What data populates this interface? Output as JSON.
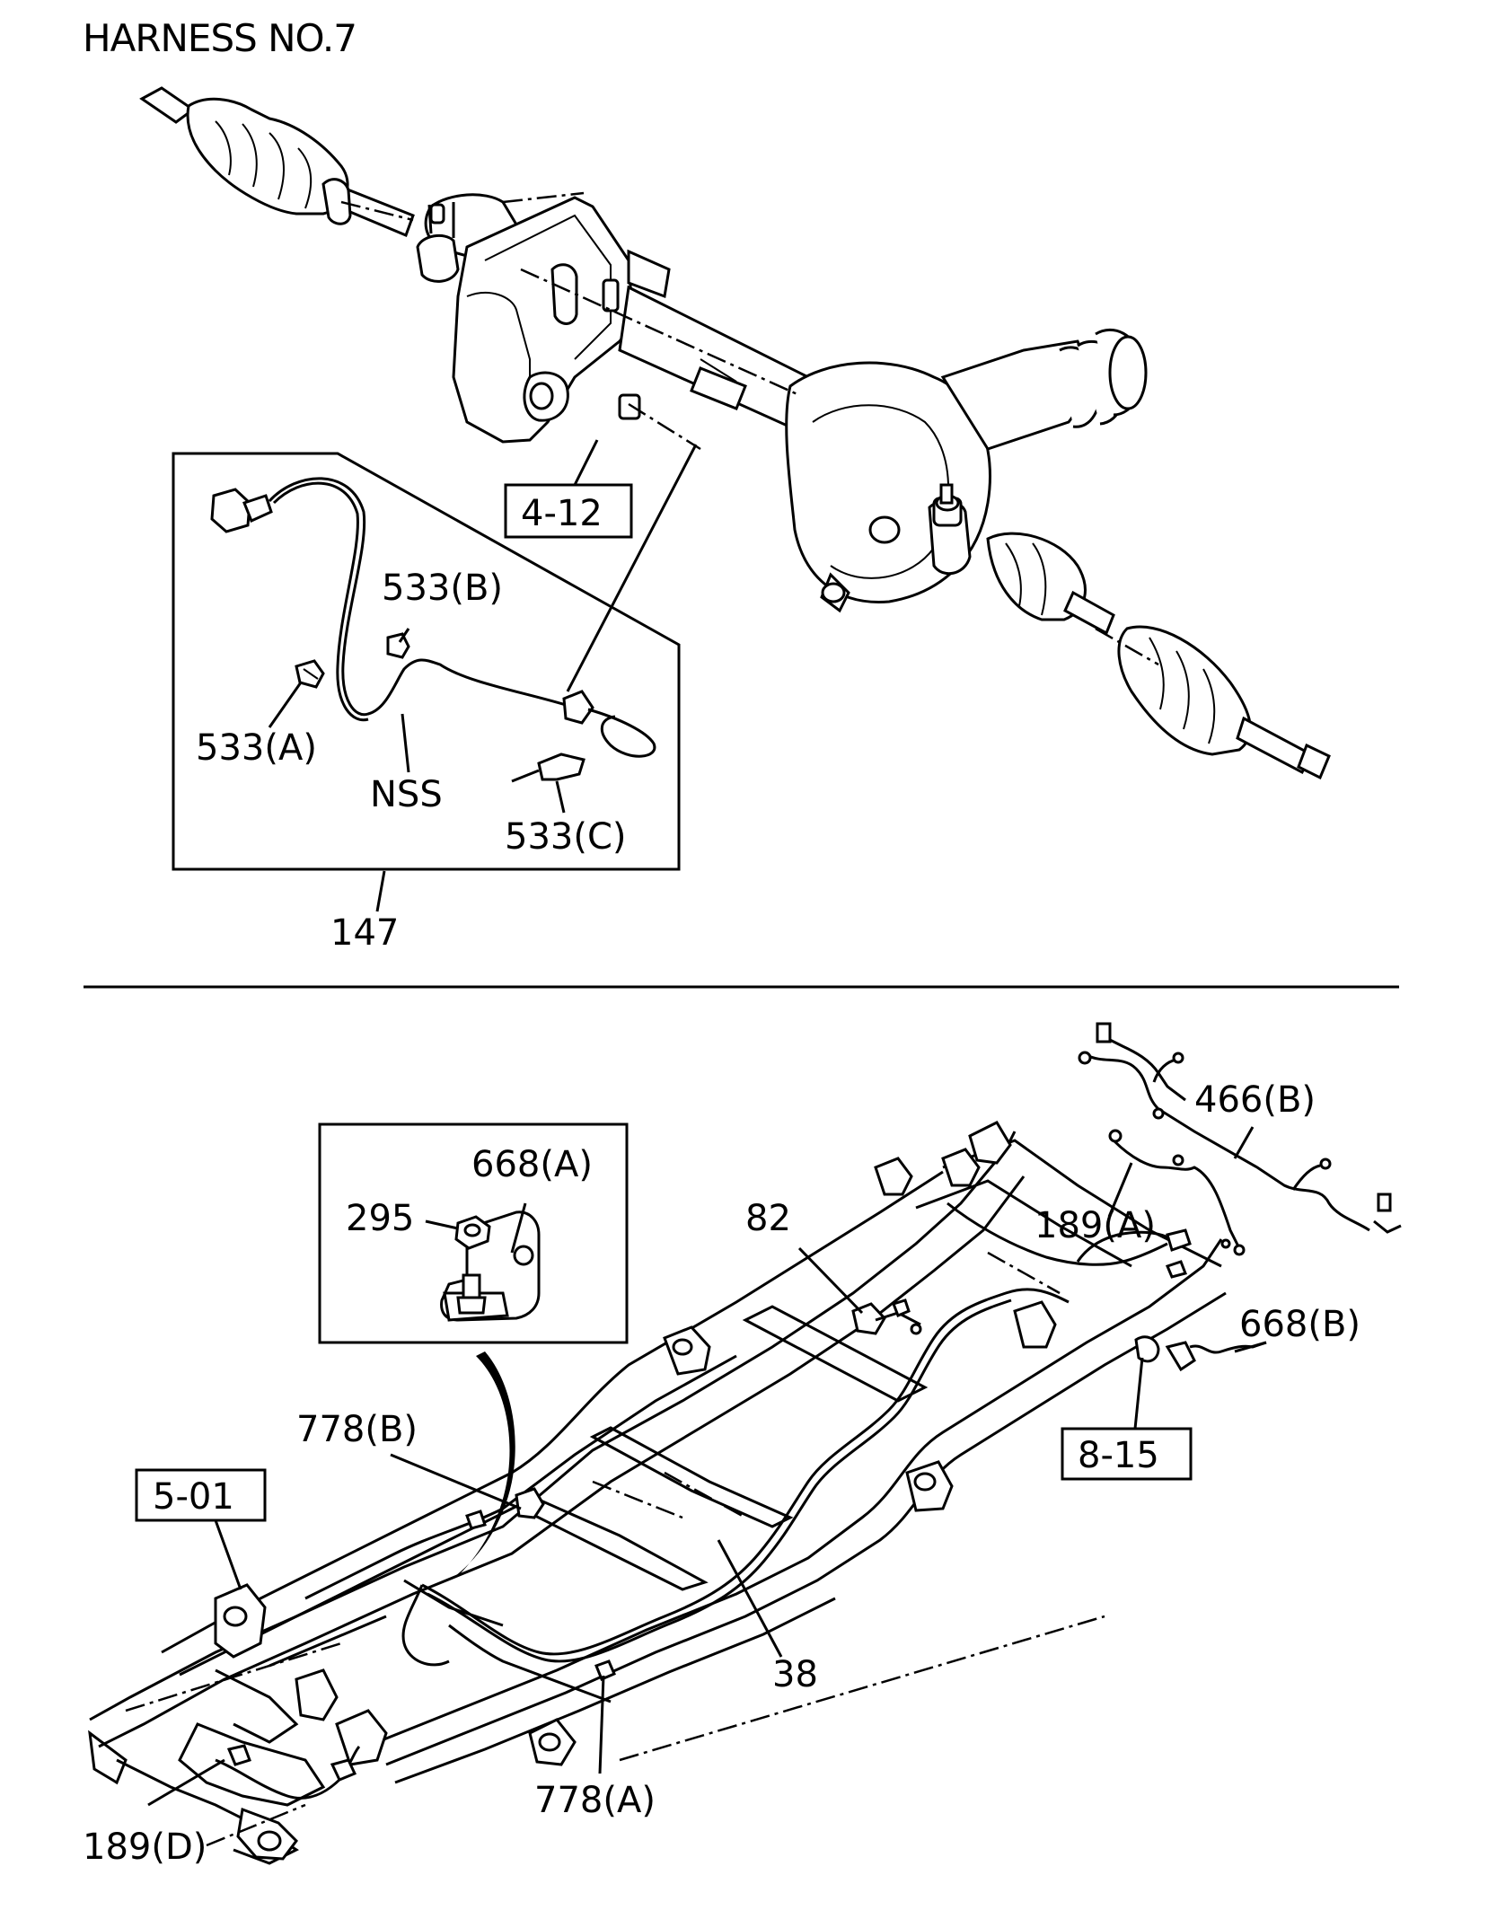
{
  "title": "HARNESS NO.7",
  "labels": {
    "ref_4_12": "4-12",
    "p533b": "533(B)",
    "p533a": "533(A)",
    "nss": "NSS",
    "p533c": "533(C)",
    "p147": "147",
    "p466b": "466(B)",
    "p668a": "668(A)",
    "p295": "295",
    "p82": "82",
    "p189a": "189(A)",
    "p668b": "668(B)",
    "p778b": "778(B)",
    "ref_5_01": "5-01",
    "ref_8_15": "8-15",
    "p38": "38",
    "p778a": "778(A)",
    "p189d": "189(D)"
  }
}
